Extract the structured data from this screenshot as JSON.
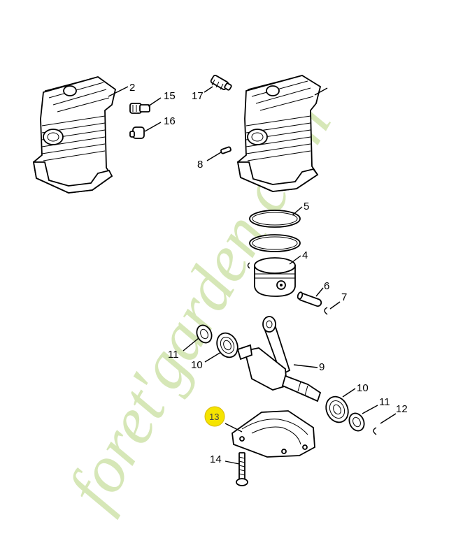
{
  "watermark": {
    "text": "foret'garden.com"
  },
  "callouts": {
    "c2": "2",
    "c15": "15",
    "c16": "16",
    "c17": "17",
    "c8": "8",
    "c5": "5",
    "c4": "4",
    "c6": "6",
    "c7": "7",
    "c11a": "11",
    "c10a": "10",
    "c9": "9",
    "c10b": "10",
    "c11b": "11",
    "c12": "12",
    "c13": "13",
    "c14": "14"
  },
  "highlight": {
    "color": "#f5e400",
    "target": "13"
  }
}
